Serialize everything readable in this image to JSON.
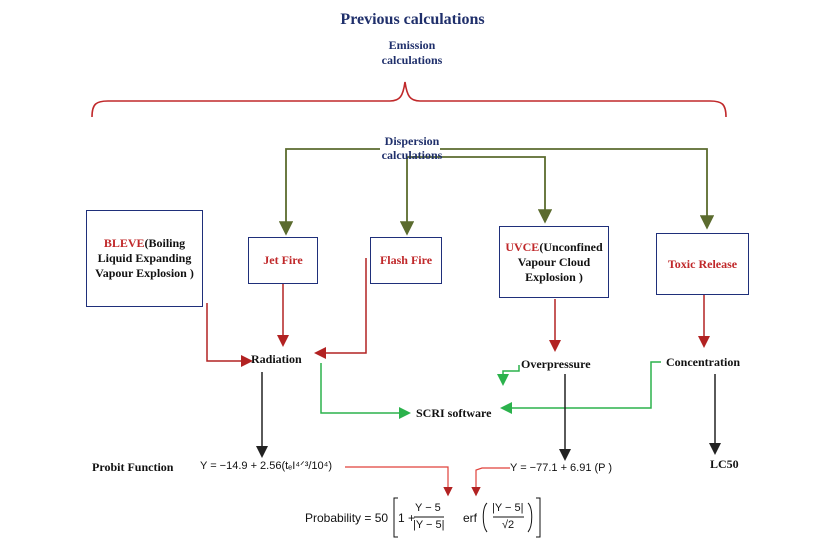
{
  "title": "Previous calculations",
  "emission": [
    "Emission",
    "calculations"
  ],
  "dispersion": [
    "Dispersion",
    "calculations"
  ],
  "boxes": {
    "bleve": {
      "name": "BLEVE",
      "rest": "(Boiling",
      "line2": "Liquid Expanding",
      "line3": "Vapour Explosion )"
    },
    "jetfire": "Jet Fire",
    "flashfire": "Flash Fire",
    "uvce": {
      "name": "UVCE",
      "rest": "(Unconfined",
      "line2": "Vapour Cloud",
      "line3": "Explosion )"
    },
    "toxic": "Toxic Release"
  },
  "nodes": {
    "radiation": "Radiation",
    "overpressure": "Overpressure",
    "concentration": "Concentration",
    "scri": "SCRI software",
    "probit": "Probit Function",
    "lc50": "LC50"
  },
  "equations": {
    "probit_radiation": "Y = −14.9 + 2.56(tₑI⁴ᐟ³/10⁴)",
    "probit_overpressure": "Y = −77.1 + 6.91 (P )",
    "probability_prefix": "Probability = 50",
    "probability_one": "1 +",
    "frac_num": "Y − 5",
    "frac_den": "|Y − 5|",
    "erf": "erf",
    "erf_num": "|Y − 5|",
    "erf_den": "√2"
  },
  "colors": {
    "navy": "#1f2f6b",
    "red": "#c0282a",
    "olive": "#5b6b2e",
    "green": "#2bb24c",
    "black": "#111111"
  }
}
